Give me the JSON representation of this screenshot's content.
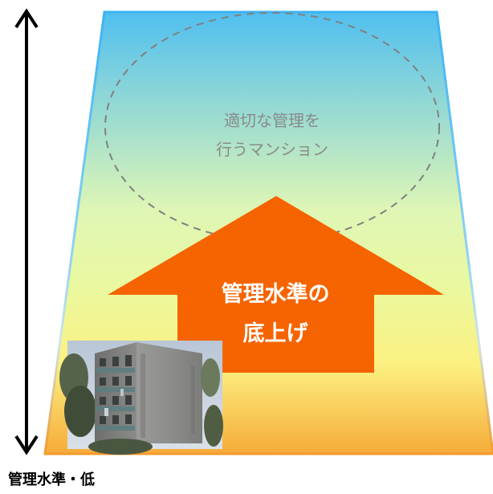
{
  "ellipse": {
    "line1": "適切な管理を",
    "line2": "行うマンション"
  },
  "arrow": {
    "line1": "管理水準の",
    "line2": "底上げ"
  },
  "bottom_label": "管理水準・低",
  "photo": {
    "subject": "aging apartment building"
  },
  "colors": {
    "gradient_top": "#50bff0",
    "gradient_middle": "#e4f9ad",
    "gradient_lower": "#fcf080",
    "gradient_bottom": "#f6ab39",
    "border_blue": "#3bb3f3",
    "border_orange": "#f39a2d",
    "arrow": "#f56400",
    "ellipse_stroke": "#808080",
    "ellipse_text": "#8a8a8a"
  }
}
